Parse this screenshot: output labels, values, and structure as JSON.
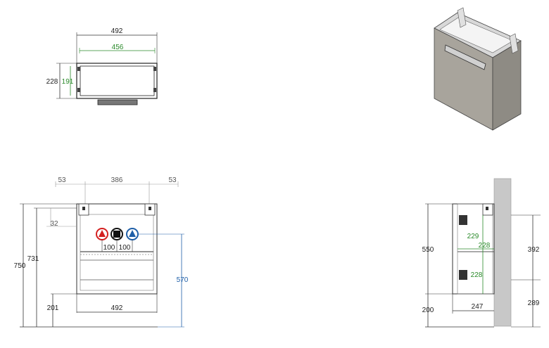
{
  "top_view": {
    "width_outer": "492",
    "width_inner": "456",
    "depth_outer": "228",
    "depth_inner": "191"
  },
  "front_view": {
    "side_gap_left": "53",
    "center_span": "386",
    "side_gap_right": "53",
    "top_offset": "32",
    "spacing_left": "100",
    "spacing_right": "100",
    "height_total": "750",
    "height_inner": "731",
    "pipe_height": "570",
    "floor_gap": "201",
    "bottom_width": "492"
  },
  "side_view": {
    "height_cabinet": "550",
    "upper_spacing": "229",
    "mid_depth": "228",
    "lower_spacing": "228",
    "depth": "247",
    "right_height": "392",
    "right_low": "289",
    "floor_gap": "200"
  },
  "colors": {
    "green": "#2a8a2a",
    "blue": "#1f5fa8",
    "red": "#d42020",
    "cabinet": "#a8a49c",
    "wall": "#c8c8c8"
  }
}
